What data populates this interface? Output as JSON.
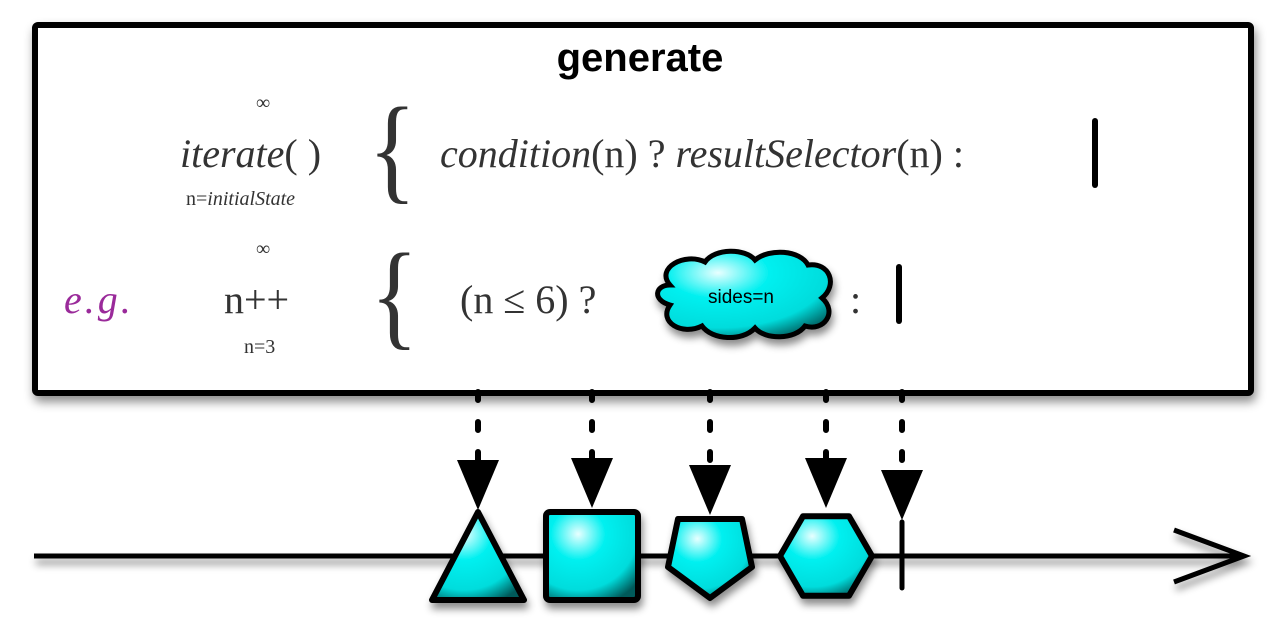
{
  "title": "generate",
  "signature": {
    "iterate_label": "iterate",
    "iterate_parens": "( )",
    "infinity": "∞",
    "initial_prefix": "n=",
    "initial_state": "initialState",
    "condition": "condition",
    "arg": "(n)",
    "question": " ? ",
    "result_selector": "resultSelector",
    "colon": " :"
  },
  "example": {
    "eg_label": "e.g.",
    "infinity": "∞",
    "iterate_expr": "n++",
    "initial": "n=3",
    "condition": "(n ≤ 6) ?",
    "cloud_label": "sides=n",
    "colon": ":"
  },
  "timeline": {
    "emissions": [
      {
        "shape": "triangle",
        "sides": 3
      },
      {
        "shape": "square",
        "sides": 4
      },
      {
        "shape": "pentagon",
        "sides": 5
      },
      {
        "shape": "hexagon",
        "sides": 6
      }
    ],
    "completion": "complete",
    "colors": {
      "fill": "#00e5e8",
      "stroke": "#000000",
      "highlight": "#e8ffff"
    }
  }
}
